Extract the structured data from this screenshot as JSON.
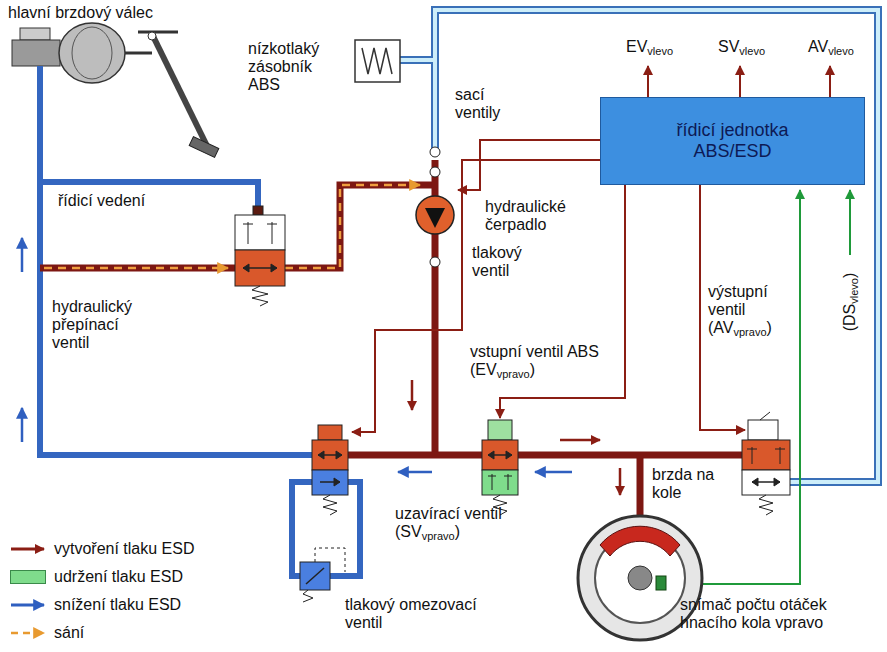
{
  "diagram": {
    "nodes": [
      {
        "text": [
          "řídicí jednotka ABS/ESD"
        ]
      }
    ],
    "labels": [
      "hlavní brzdový válec",
      "nízkotlaký zásobník ABS",
      "sací ventily",
      "hydraulické čerpadlo",
      "tlakový ventil",
      "EVvlevo",
      "SVvlevo",
      "AVvlevo",
      "řídicí vedení",
      "hydraulický přepínací ventil",
      "výstupní ventil (AVvpravo)",
      "(DSvlevo)",
      "vstupní ventil ABS (EVvpravo)",
      "brzda na kole",
      "uzavírací ventil (SVvpravo)",
      "tlakový omezovací ventil",
      "snímač počtu otáček hnacího kola vpravo"
    ],
    "legend": [
      {
        "text": "vytvoření tlaku ESD"
      },
      {
        "text": "udržení tlaku ESD",
        "color": "#7fdc8c"
      },
      {
        "text": "snížení tlaku ESD"
      },
      {
        "text": "sání"
      }
    ]
  }
}
